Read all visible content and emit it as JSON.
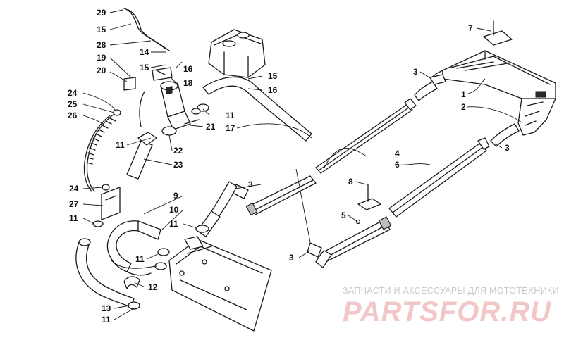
{
  "callouts": [
    {
      "id": "c29a",
      "text": "29"
    },
    {
      "id": "c15a",
      "text": "15"
    },
    {
      "id": "c28",
      "text": "28"
    },
    {
      "id": "c19",
      "text": "19"
    },
    {
      "id": "c14",
      "text": "14"
    },
    {
      "id": "c15b",
      "text": "15"
    },
    {
      "id": "c16a",
      "text": "16"
    },
    {
      "id": "c20",
      "text": "20"
    },
    {
      "id": "c18",
      "text": "18"
    },
    {
      "id": "c15c",
      "text": "15"
    },
    {
      "id": "c16b",
      "text": "16"
    },
    {
      "id": "c24a",
      "text": "24"
    },
    {
      "id": "c25",
      "text": "25"
    },
    {
      "id": "c26",
      "text": "26"
    },
    {
      "id": "c11a",
      "text": "11"
    },
    {
      "id": "c17",
      "text": "17"
    },
    {
      "id": "c21",
      "text": "21"
    },
    {
      "id": "c11b",
      "text": "11"
    },
    {
      "id": "c22",
      "text": "22"
    },
    {
      "id": "c23",
      "text": "23"
    },
    {
      "id": "c24b",
      "text": "24"
    },
    {
      "id": "c27",
      "text": "27"
    },
    {
      "id": "c11c",
      "text": "11"
    },
    {
      "id": "c9",
      "text": "9"
    },
    {
      "id": "c10",
      "text": "10"
    },
    {
      "id": "c11d",
      "text": "11"
    },
    {
      "id": "c11e",
      "text": "11"
    },
    {
      "id": "c12",
      "text": "12"
    },
    {
      "id": "c13",
      "text": "13"
    },
    {
      "id": "c11f",
      "text": "11"
    },
    {
      "id": "c7",
      "text": "7"
    },
    {
      "id": "c3a",
      "text": "3"
    },
    {
      "id": "c1",
      "text": "1"
    },
    {
      "id": "c2",
      "text": "2"
    },
    {
      "id": "c3b",
      "text": "3"
    },
    {
      "id": "c4",
      "text": "4"
    },
    {
      "id": "c6",
      "text": "6"
    },
    {
      "id": "c3c",
      "text": "3"
    },
    {
      "id": "c8",
      "text": "8"
    },
    {
      "id": "c5",
      "text": "5"
    },
    {
      "id": "c3d",
      "text": "3"
    }
  ],
  "watermark": {
    "tagline": "ЗАПЧАСТИ И АКСЕССУАРЫ ДЛЯ МОТОТЕХНИКИ",
    "logo": "PARTSFOR.RU",
    "color": "#e8a0a0"
  }
}
